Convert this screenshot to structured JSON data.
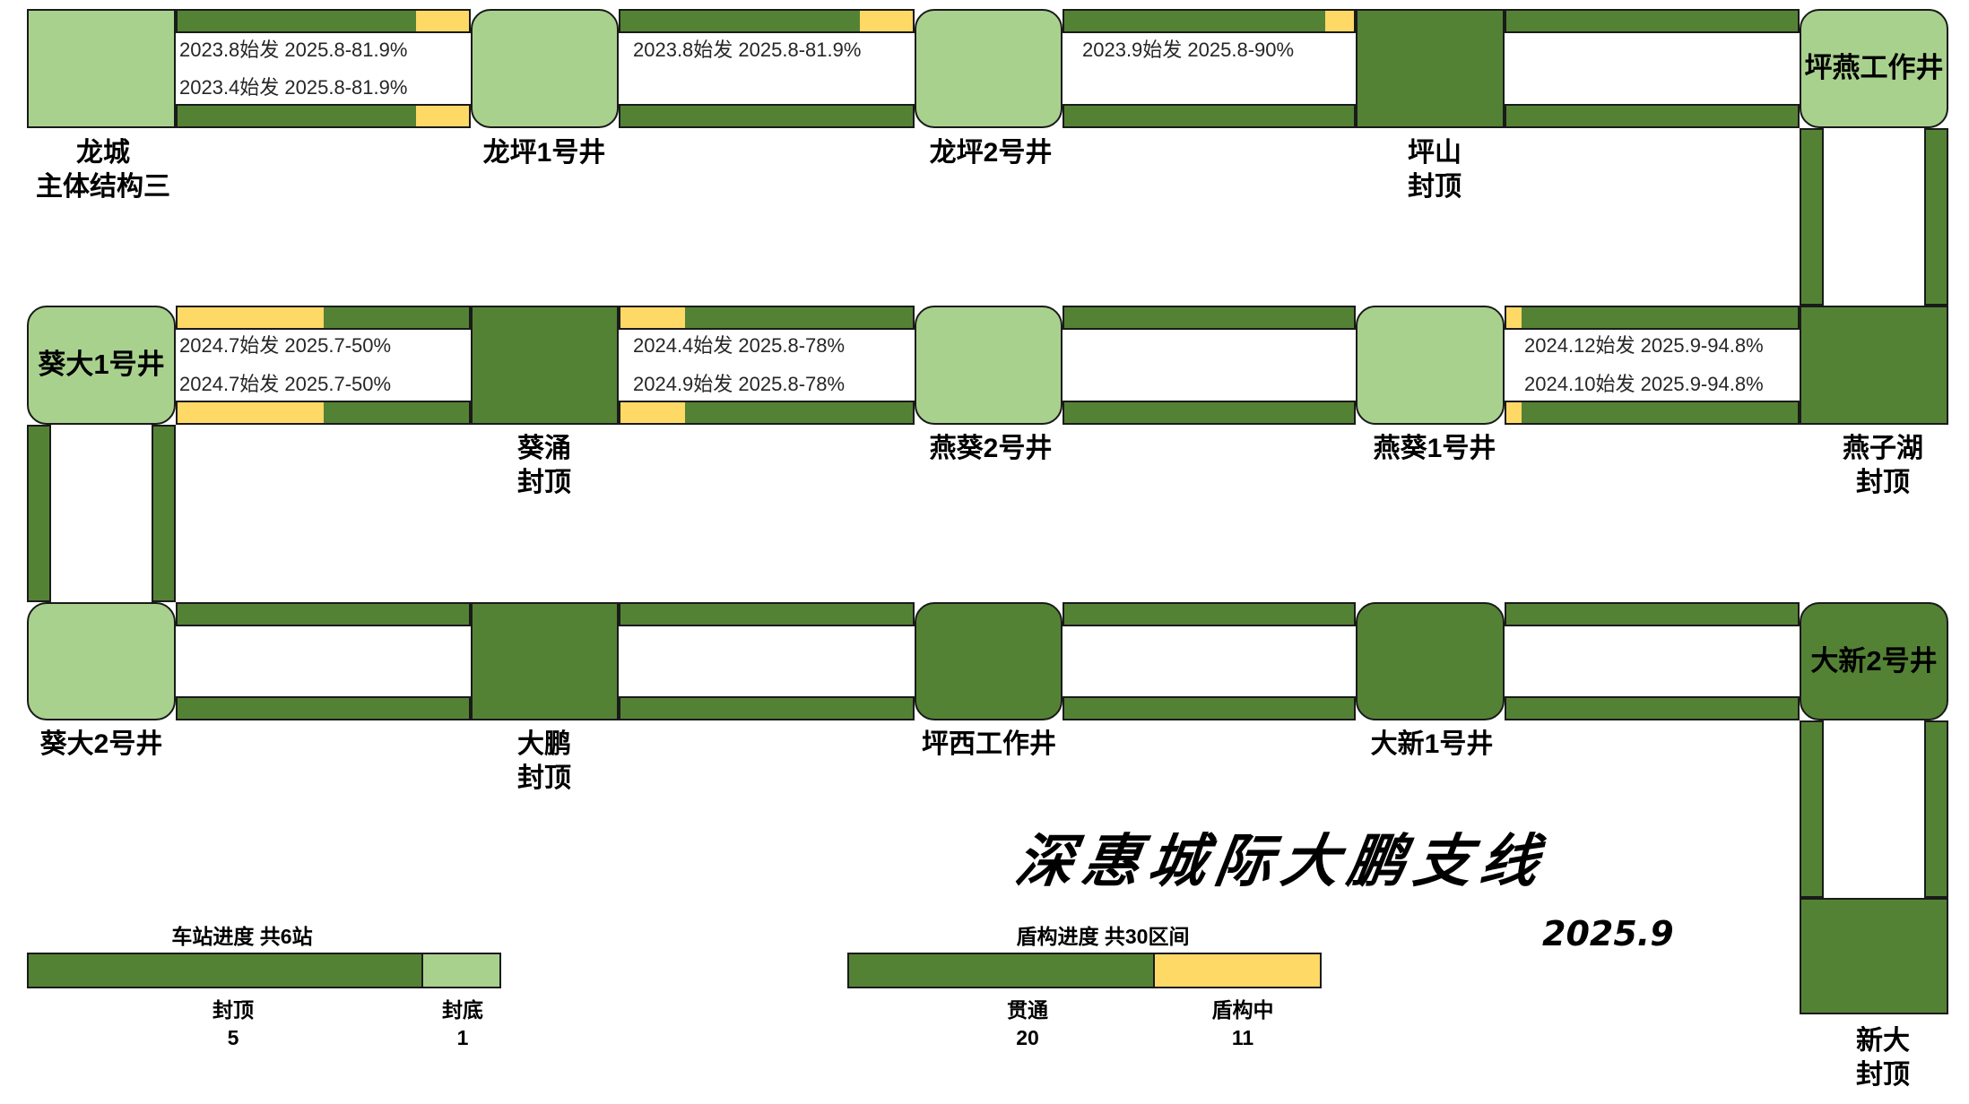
{
  "title": "深惠城际大鹏支线",
  "date": "2025.9",
  "colors": {
    "completed": "#548235",
    "bottom_sealed": "#a9d18e",
    "shield_in_progress": "#ffd966",
    "border": "#1a1a1a"
  },
  "nodes": {
    "longcheng": {
      "label": "龙城\n主体结构三",
      "status": "bottom_sealed"
    },
    "longping1": {
      "label": "龙坪1号井",
      "status": "shaft"
    },
    "longping2": {
      "label": "龙坪2号井",
      "status": "shaft"
    },
    "pingshan": {
      "label": "坪山\n封顶",
      "status": "roof_sealed"
    },
    "pingyan_work": {
      "inner": "坪燕工作井",
      "status": "shaft"
    },
    "kuida1": {
      "inner": "葵大1号井",
      "status": "shaft"
    },
    "kuichong": {
      "label": "葵涌\n封顶",
      "status": "roof_sealed"
    },
    "yankui2": {
      "label": "燕葵2号井",
      "status": "shaft"
    },
    "yankui1": {
      "label": "燕葵1号井",
      "status": "shaft"
    },
    "yanzihu": {
      "label": "燕子湖\n封顶",
      "status": "roof_sealed"
    },
    "kuida2": {
      "label": "葵大2号井",
      "status": "shaft"
    },
    "dapeng": {
      "label": "大鹏\n封顶",
      "status": "roof_sealed"
    },
    "pingxi_work": {
      "label": "坪西工作井",
      "status": "shaft_done"
    },
    "daxin1": {
      "label": "大新1号井",
      "status": "shaft_done"
    },
    "daxin2": {
      "inner": "大新2号井",
      "status": "shaft_done"
    },
    "xinda": {
      "label": "新大\n封顶",
      "status": "roof_sealed"
    }
  },
  "sections": [
    {
      "id": "s1",
      "top": {
        "progress_pct": 81.9,
        "note": "2023.8始发 2025.8-81.9%"
      },
      "bottom": {
        "progress_pct": 81.9,
        "note": "2023.4始发 2025.8-81.9%"
      }
    },
    {
      "id": "s2",
      "top": {
        "progress_pct": 81.9,
        "note": "2023.8始发 2025.8-81.9%"
      },
      "bottom": {
        "progress_pct": 100
      }
    },
    {
      "id": "s3",
      "top": {
        "progress_pct": 90,
        "note": "2023.9始发 2025.8-90%"
      },
      "bottom": {
        "progress_pct": 100
      }
    },
    {
      "id": "s4",
      "top": {
        "progress_pct": 100
      },
      "bottom": {
        "progress_pct": 100
      }
    },
    {
      "id": "s5",
      "top": {
        "progress_pct": 50,
        "note": "2024.7始发 2025.7-50%",
        "shield_at_start": true
      },
      "bottom": {
        "progress_pct": 50,
        "note": "2024.7始发 2025.7-50%",
        "shield_at_start": true
      }
    },
    {
      "id": "s6",
      "top": {
        "progress_pct": 78,
        "note": "2024.4始发 2025.8-78%",
        "shield_at_start": true
      },
      "bottom": {
        "progress_pct": 78,
        "note": "2024.9始发 2025.8-78%",
        "shield_at_start": true
      }
    },
    {
      "id": "s7",
      "top": {
        "progress_pct": 100
      },
      "bottom": {
        "progress_pct": 100
      }
    },
    {
      "id": "s8",
      "top": {
        "progress_pct": 94.8,
        "note": "2024.12始发 2025.9-94.8%",
        "shield_at_start": true
      },
      "bottom": {
        "progress_pct": 94.8,
        "note": "2024.10始发 2025.9-94.8%",
        "shield_at_start": true
      }
    },
    {
      "id": "s9",
      "top": {
        "progress_pct": 100
      },
      "bottom": {
        "progress_pct": 100
      }
    },
    {
      "id": "s10",
      "top": {
        "progress_pct": 100
      },
      "bottom": {
        "progress_pct": 100
      }
    },
    {
      "id": "s11",
      "top": {
        "progress_pct": 100
      },
      "bottom": {
        "progress_pct": 100
      }
    },
    {
      "id": "s12",
      "top": {
        "progress_pct": 100
      },
      "bottom": {
        "progress_pct": 100
      }
    }
  ],
  "legend": {
    "station": {
      "caption": "车站进度 共6站",
      "items": [
        {
          "label": "封顶",
          "count": "5",
          "color": "#548235"
        },
        {
          "label": "封底",
          "count": "1",
          "color": "#a9d18e"
        }
      ]
    },
    "shield": {
      "caption": "盾构进度 共30区间",
      "items": [
        {
          "label": "贯通",
          "count": "20",
          "color": "#548235"
        },
        {
          "label": "盾构中",
          "count": "11",
          "color": "#ffd966"
        }
      ]
    }
  }
}
